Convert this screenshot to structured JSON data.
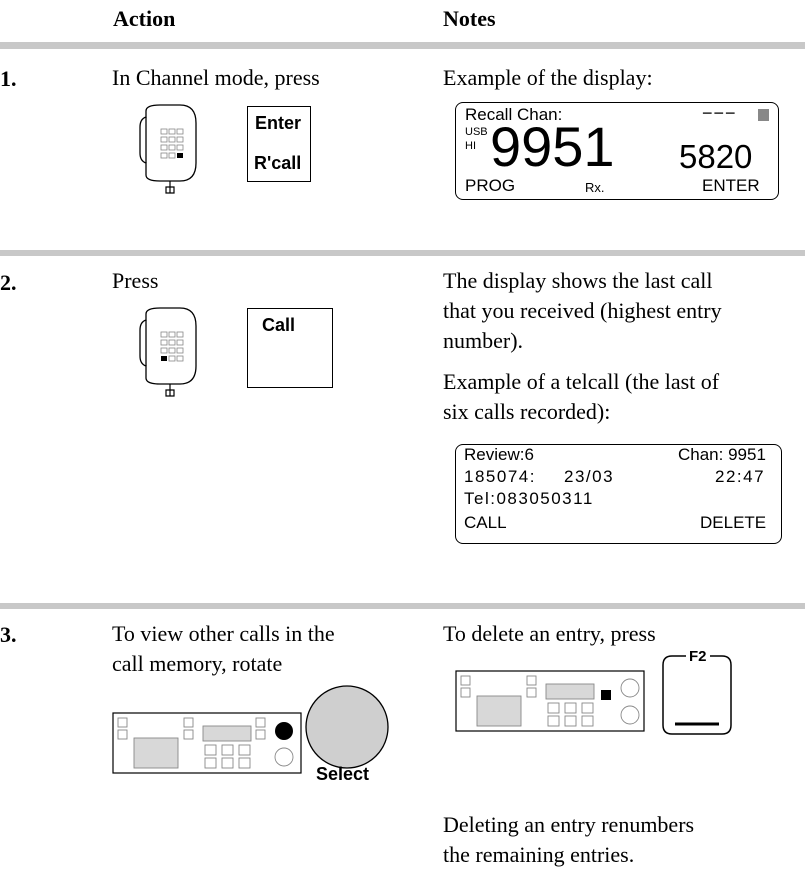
{
  "header": {
    "action": "Action",
    "notes": "Notes"
  },
  "steps": [
    {
      "number": "1.",
      "action": "In Channel mode, press",
      "key_top": "Enter",
      "key_bottom": "R'call",
      "note": "Example of the display:",
      "display": {
        "top_left": "Recall Chan:",
        "top_right": "−−−",
        "mode_top": "USB",
        "mode_bottom": "HI",
        "channel": "9951",
        "freq": "5820",
        "bottom_left": "PROG",
        "bottom_mid": "Rx.",
        "bottom_right": "ENTER"
      }
    },
    {
      "number": "2.",
      "action": "Press",
      "key": "Call",
      "note_lines": [
        "The display shows the last call",
        "that you received (highest entry",
        "number)."
      ],
      "note2_lines": [
        "Example of a telcall (the last of",
        "six calls recorded):"
      ],
      "display": {
        "line1_left": "Review:6",
        "line1_right": "Chan: 9951",
        "line2_left": "185074:",
        "line2_mid": "23/03",
        "line2_right": "22:47",
        "line3": "Tel:083050311",
        "line4_left": "CALL",
        "line4_right": "DELETE"
      }
    },
    {
      "number": "3.",
      "action_lines": [
        "To view other calls in the",
        "call memory, rotate"
      ],
      "knob_label": "Select",
      "note": "To delete an entry, press",
      "softkey_label": "F2",
      "footer_lines": [
        "Deleting an entry renumbers",
        "the remaining entries."
      ]
    }
  ]
}
